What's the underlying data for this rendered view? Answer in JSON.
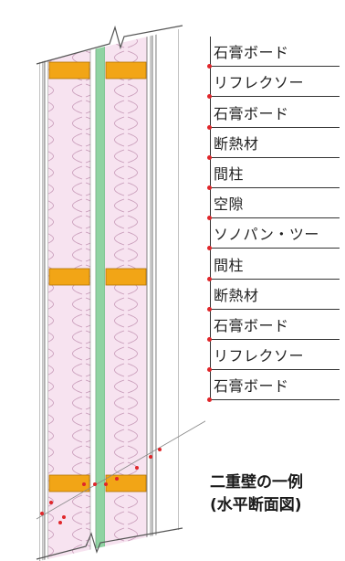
{
  "layers": [
    {
      "label": "石膏ボード"
    },
    {
      "label": "リフレクソー"
    },
    {
      "label": "石膏ボード"
    },
    {
      "label": "断熱材"
    },
    {
      "label": "間柱"
    },
    {
      "label": "空隙"
    },
    {
      "label": "ソノパン・ツー"
    },
    {
      "label": "間柱"
    },
    {
      "label": "断熱材"
    },
    {
      "label": "石膏ボード"
    },
    {
      "label": "リフレクソー"
    },
    {
      "label": "石膏ボード"
    }
  ],
  "caption": {
    "line1": "二重壁の一例",
    "line2": "(水平断面図)"
  },
  "colors": {
    "stud": "#f2a516",
    "insulation": "#f7e3f0",
    "sonopan": "#8fd3a2",
    "leader": "#e0262a"
  }
}
